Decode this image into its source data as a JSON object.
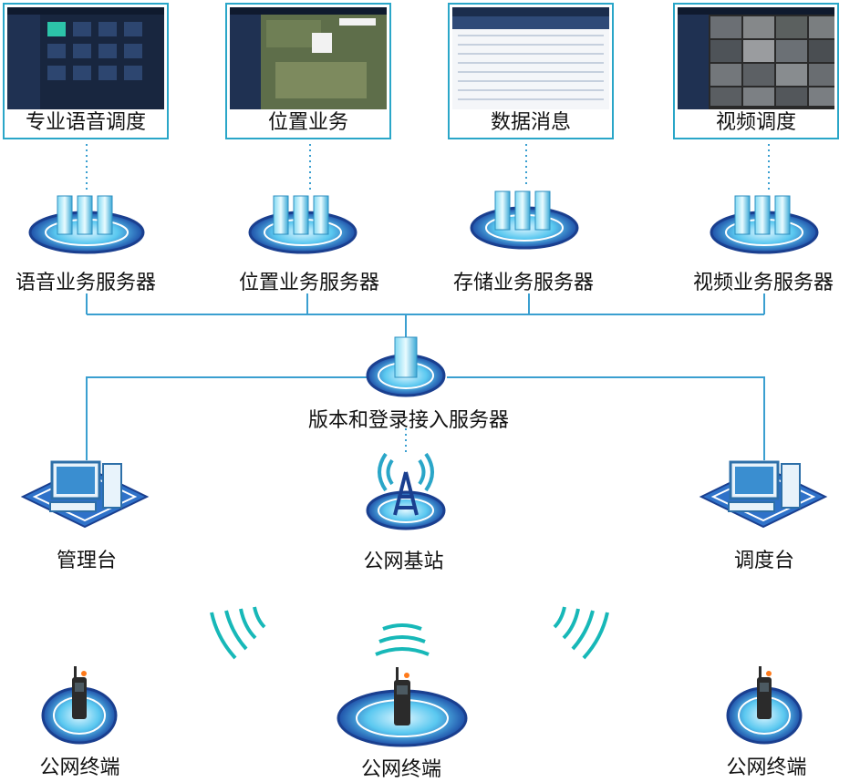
{
  "apps": [
    {
      "label": "专业语音调度",
      "icon": "voice-dispatch-screenshot"
    },
    {
      "label": "位置业务",
      "icon": "map-screenshot"
    },
    {
      "label": "数据消息",
      "icon": "data-table-screenshot"
    },
    {
      "label": "视频调度",
      "icon": "video-wall-screenshot"
    }
  ],
  "servers": [
    {
      "label": "语音业务服务器"
    },
    {
      "label": "位置业务服务器"
    },
    {
      "label": "存储业务服务器"
    },
    {
      "label": "视频业务服务器"
    }
  ],
  "core_server": {
    "label": "版本和登录接入服务器"
  },
  "consoles": {
    "left": {
      "label": "管理台"
    },
    "right": {
      "label": "调度台"
    }
  },
  "base_station": {
    "label": "公网基站"
  },
  "terminals": [
    {
      "label": "公网终端"
    },
    {
      "label": "公网终端"
    },
    {
      "label": "公网终端"
    }
  ],
  "colors": {
    "line": "#3a9fd0",
    "accent": "#2aa6c8",
    "disc": "#1f5fb8",
    "wave": "#17b8b8"
  }
}
